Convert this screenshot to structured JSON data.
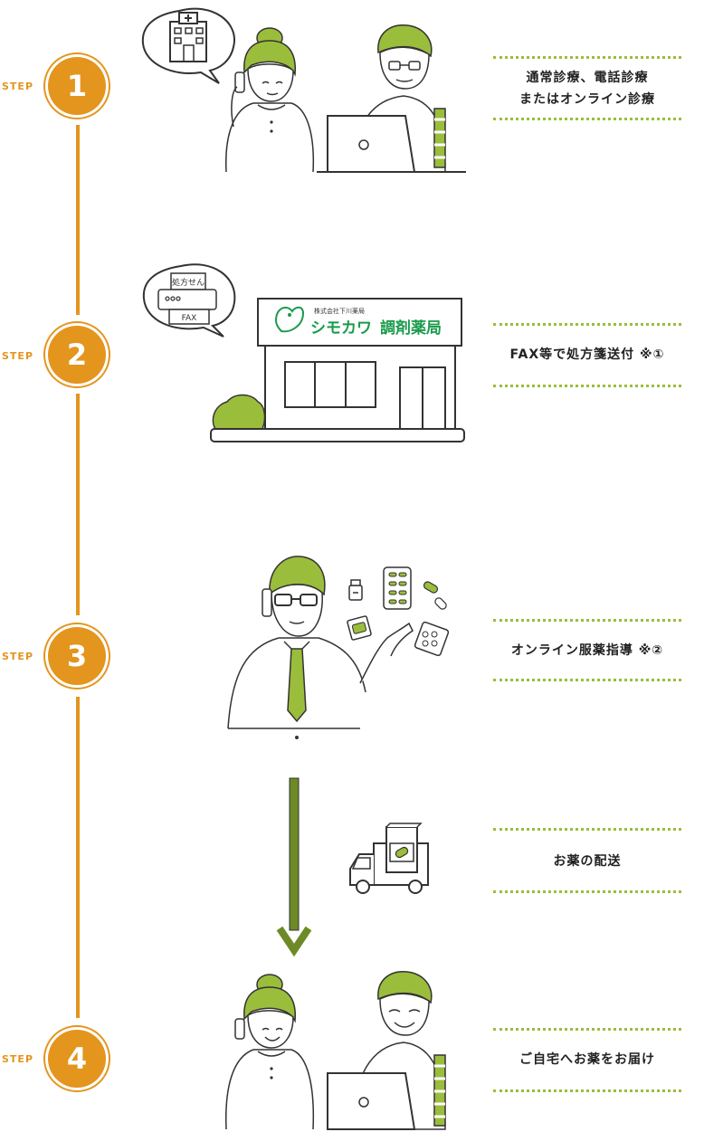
{
  "colors": {
    "accent": "#E3951E",
    "green": "#9BBD3C",
    "dark_green": "#6D8A26",
    "brand_green": "#1A9B4B"
  },
  "steps": [
    {
      "label": "STEP",
      "number": "1",
      "lines": [
        "通常診療、電話診療",
        "またはオンライン診療"
      ]
    },
    {
      "label": "STEP",
      "number": "2",
      "lines": [
        "FAX等で処方箋送付 ※①"
      ]
    },
    {
      "label": "STEP",
      "number": "3",
      "lines": [
        "オンライン服薬指導 ※②"
      ]
    },
    {
      "label": "STEP",
      "number": "4",
      "lines": [
        "ご自宅へお薬をお届け"
      ]
    }
  ],
  "delivery": {
    "text": "お薬の配送"
  },
  "pharmacy": {
    "company": "株式会社下川薬局",
    "name_kana": "シモカワ",
    "name_kanji": "調剤薬局"
  },
  "fax_bubble": {
    "paper_text": "処方せん",
    "fax_text": "FAX"
  },
  "icons": [
    "hospital-icon",
    "fax-machine-icon",
    "pharmacy-building-icon",
    "delivery-truck-icon",
    "down-arrow-icon",
    "pill-icon",
    "laptop-icon"
  ]
}
